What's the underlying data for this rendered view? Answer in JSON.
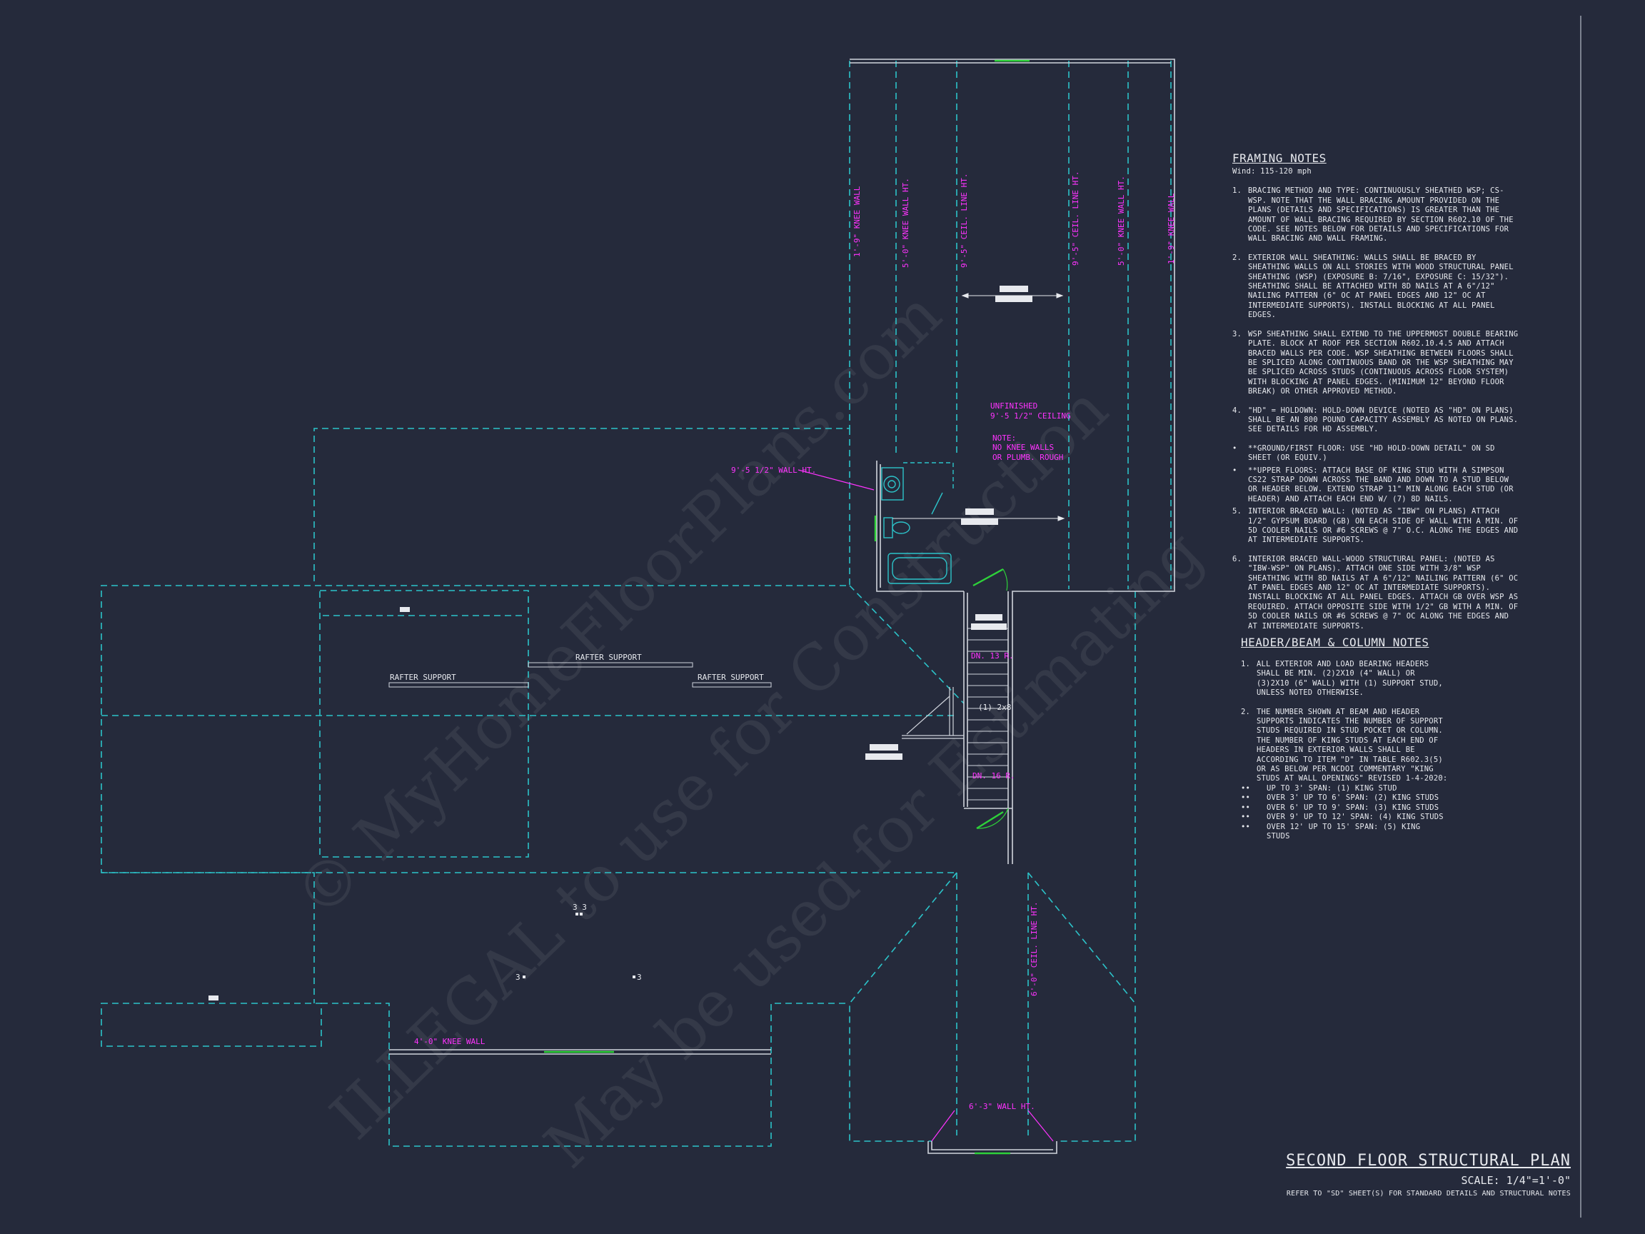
{
  "colors": {
    "background": "#252a3b",
    "cyan_dashed": "#2cc3c9",
    "magenta_labels": "#ff33ff",
    "green_openings": "#2ed13a",
    "walls": "#d0d4dc"
  },
  "plan_labels": {
    "knee_wall_19_left": "1'-9\" KNEE WALL",
    "knee_wall_50_left": "5'-0\" KNEE WALL HT.",
    "ceil_line_95_left": "9'-5\" CEIL. LINE HT.",
    "ceil_line_95_right": "9'-5\" CEIL. LINE HT.",
    "knee_wall_50_right": "5'-0\" KNEE WALL HT.",
    "knee_wall_19_right": "1'-9\" KNEE WALL",
    "unfinished_1": "UNFINISHED",
    "unfinished_2": "9'-5 1/2\" CEILING",
    "note_1": "NOTE:",
    "note_2": "NO KNEE WALLS",
    "note_3": "OR PLUMB. ROUGH",
    "wall_ht_95": "9'-5 1/2\" WALL HT.",
    "rafter_left": "RAFTER SUPPORT",
    "rafter_center": "RAFTER SUPPORT",
    "rafter_right": "RAFTER SUPPORT",
    "stair_dn_13": "DN. 13 R.",
    "stair_dn_16": "DN. 16 R.",
    "two_by_eight": "(1) 2x8",
    "knee_wall_40": "4'-0\" KNEE WALL",
    "ceil_line_60": "6'-0\" CEIL. LINE HT.",
    "wall_ht_63": "6'-3\" WALL HT.",
    "mark_33": "3 3",
    "mark_3_left": "3",
    "mark_3_right": "3"
  },
  "watermark": {
    "line1": "© MyHomeFloorPlans.com",
    "line2": "ILLEGAL to use for Construction",
    "line3": "May be used for Estimating"
  },
  "framing_notes": {
    "title": "FRAMING NOTES",
    "wind": "Wind: 115-120 mph",
    "items": [
      {
        "num": "1.",
        "text": "BRACING METHOD AND TYPE: CONTINUOUSLY SHEATHED WSP; CS-WSP. NOTE THAT THE WALL BRACING AMOUNT PROVIDED ON THE PLANS (DETAILS AND SPECIFICATIONS) IS GREATER THAN THE AMOUNT OF WALL BRACING REQUIRED BY SECTION R602.10 OF THE CODE. SEE NOTES BELOW FOR DETAILS AND SPECIFICATIONS FOR WALL BRACING AND WALL FRAMING."
      },
      {
        "num": "2.",
        "text": "EXTERIOR WALL SHEATHING: WALLS SHALL BE BRACED BY SHEATHING WALLS ON ALL STORIES WITH WOOD STRUCTURAL PANEL SHEATHING (WSP) (EXPOSURE B: 7/16\", EXPOSURE C: 15/32\"). SHEATHING SHALL BE ATTACHED WITH 8d NAILS AT A 6\"/12\" NAILING PATTERN (6\" OC AT PANEL EDGES AND 12\" OC AT INTERMEDIATE SUPPORTS). INSTALL BLOCKING AT ALL PANEL EDGES."
      },
      {
        "num": "3.",
        "text": "WSP SHEATHING SHALL EXTEND TO THE UPPERMOST DOUBLE BEARING PLATE. BLOCK AT ROOF PER SECTION R602.10.4.5 AND ATTACH BRACED WALLS PER CODE. WSP SHEATHING BETWEEN FLOORS SHALL BE SPLICED ALONG CONTINUOUS BAND OR THE WSP SHEATHING MAY BE SPLICED ACROSS STUDS (CONTINUOUS ACROSS FLOOR SYSTEM) WITH BLOCKING AT PANEL EDGES. (MINIMUM 12\" BEYOND FLOOR BREAK) OR OTHER APPROVED METHOD."
      },
      {
        "num": "4.",
        "text": "\"HD\" = HOLDOWN: HOLD-DOWN DEVICE (NOTED AS \"HD\" ON PLANS) SHALL BE AN 800 POUND CAPACITY ASSEMBLY AS NOTED ON PLANS. SEE DETAILS FOR HD ASSEMBLY."
      },
      {
        "num": "•",
        "text": "**GROUND/FIRST FLOOR: USE \"HD HOLD-DOWN DETAIL\" ON SD SHEET (OR EQUIV.)"
      },
      {
        "num": "•",
        "text": "**UPPER FLOORS: ATTACH BASE OF KING STUD WITH A SIMPSON CS22 STRAP DOWN ACROSS THE BAND AND DOWN TO A STUD BELOW OR HEADER BELOW. EXTEND STRAP 11\" MIN ALONG EACH STUD (OR HEADER) AND ATTACH EACH END W/ (7) 8d NAILS."
      },
      {
        "num": "5.",
        "text": "INTERIOR BRACED WALL: (NOTED AS \"IBW\" ON PLANS) ATTACH 1/2\" GYPSUM BOARD (GB) ON EACH SIDE OF WALL WITH A MIN. OF 5d COOLER NAILS OR #6 SCREWS @ 7\" O.C. ALONG THE EDGES AND AT INTERMEDIATE SUPPORTS."
      },
      {
        "num": "6.",
        "text": "INTERIOR BRACED WALL-WOOD STRUCTURAL PANEL: (NOTED AS \"IBW-WSP\" ON PLANS). ATTACH ONE SIDE WITH 3/8\" WSP SHEATHING WITH 8d NAILS AT A 6\"/12\" NAILING PATTERN (6\" OC AT PANEL EDGES AND 12\" OC AT INTERMEDIATE SUPPORTS). INSTALL BLOCKING AT ALL PANEL EDGES. ATTACH GB OVER WSP AS REQUIRED. ATTACH OPPOSITE SIDE WITH 1/2\" GB WITH A MIN. OF 5d COOLER NAILS OR #6 SCREWS @ 7\" OC ALONG THE EDGES AND AT INTERMEDIATE SUPPORTS."
      }
    ]
  },
  "header_notes": {
    "title": "HEADER/BEAM & COLUMN NOTES",
    "items": [
      {
        "num": "1.",
        "text": "ALL EXTERIOR AND LOAD BEARING HEADERS SHALL BE MIN. (2)2x10 (4\" WALL) OR (3)2x10 (6\" WALL) WITH (1) SUPPORT STUD, UNLESS NOTED OTHERWISE."
      },
      {
        "num": "2.",
        "text": "THE NUMBER SHOWN AT BEAM AND HEADER SUPPORTS INDICATES THE NUMBER OF SUPPORT STUDS REQUIRED IN STUD POCKET OR COLUMN. THE NUMBER OF KING STUDS AT EACH END OF HEADERS IN EXTERIOR WALLS SHALL BE ACCORDING TO ITEM \"d\" IN TABLE R602.3(5) OR AS BELOW PER NCDOI COMMENTARY \"KING STUDS AT WALL OPENINGS\" REVISED 1-4-2020:"
      }
    ],
    "sub_bullets": [
      "UP TO 3' SPAN: (1) KING STUD",
      "OVER 3' UP TO 6' SPAN: (2) KING STUDS",
      "OVER 6' UP TO 9' SPAN: (3) KING STUDS",
      "OVER 9' UP TO 12' SPAN: (4) KING STUDS",
      "OVER 12' UP TO 15' SPAN: (5) KING STUDS"
    ],
    "sub_bullet_mark": "••"
  },
  "title_block": {
    "title": "SECOND FLOOR STRUCTURAL PLAN",
    "scale": "SCALE: 1/4\"=1'-0\"",
    "reference": "REFER TO \"SD\" SHEET(S) FOR STANDARD DETAILS AND STRUCTURAL NOTES"
  }
}
